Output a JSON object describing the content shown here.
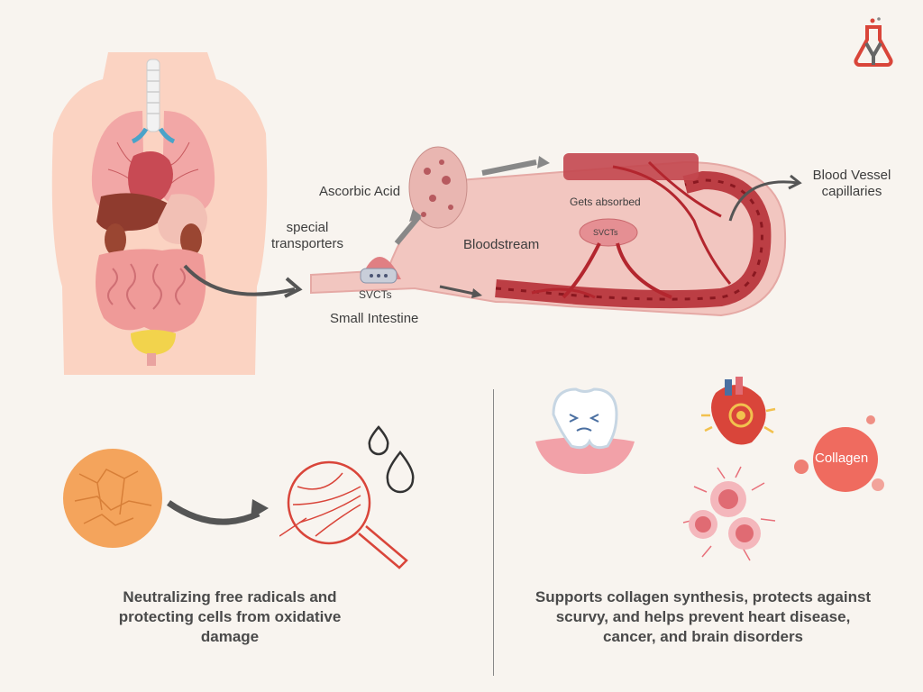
{
  "labels": {
    "ascorbic_acid": "Ascorbic Acid",
    "special_transporters": "special\ntransporters",
    "svcts_small_intestine": "SVCTs",
    "small_intestine": "Small Intestine",
    "bloodstream": "Bloodstream",
    "gets_absorbed": "Gets absorbed",
    "svcts_vessel": "SVCTs",
    "blood_vessel_capillaries": "Blood Vessel\ncapillaries",
    "collagen": "Collagen"
  },
  "captions": {
    "left": "Neutralizing free radicals and protecting cells from oxidative damage",
    "right": "Supports collagen synthesis, protects against scurvy, and helps prevent heart disease, cancer, and brain disorders"
  },
  "colors": {
    "background": "#f8f4ef",
    "tissue_pink": "#e9a3a0",
    "vessel_red": "#b3262e",
    "arrow_gray": "#555555",
    "orange_skin": "#f4a45c",
    "logo_red": "#d9453a"
  },
  "icons": {
    "logo": "lab-flask-logo-icon",
    "body": "human-body-organs-icon",
    "skin": "dry-skin-icon",
    "magnifier": "magnifier-skin-icon",
    "droplets": "water-drop-icon",
    "tooth": "sad-tooth-icon",
    "heart": "heart-icon",
    "cells": "cancer-cell-icon"
  }
}
